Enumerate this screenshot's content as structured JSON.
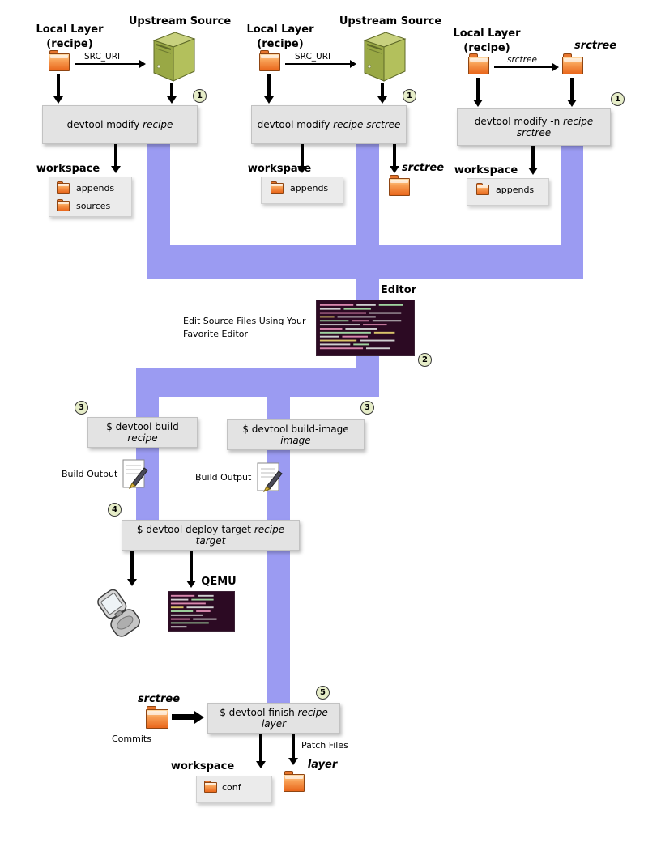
{
  "colors": {
    "flow_purple": "#9b9bf2",
    "box_bg": "#e3e3e3",
    "box_border": "#c2c2c2",
    "badge_bg": "#e6edc8",
    "folder_orange": "#e9671c",
    "server_green": "#99a845",
    "terminal_bg": "#2c0a23"
  },
  "icons": {
    "folder": "orange-folder-shape",
    "server": "green-server-tower",
    "terminal": "dark-terminal-screen",
    "document": "page-with-pen",
    "phone": "flip-phone"
  },
  "flow1": {
    "local_layer_title": "Local Layer",
    "local_layer_sub": "(recipe)",
    "upstream_title": "Upstream Source",
    "src_uri_label": "SRC_URI",
    "badge": "1",
    "cmd_prefix": "devtool modify ",
    "cmd_var": "recipe",
    "workspace_label": "workspace",
    "folder1": "appends",
    "folder2": "sources"
  },
  "flow2": {
    "local_layer_title": "Local Layer",
    "local_layer_sub": "(recipe)",
    "upstream_title": "Upstream Source",
    "src_uri_label": "SRC_URI",
    "badge": "1",
    "cmd_prefix": "devtool modify ",
    "cmd_var": "recipe srctree",
    "workspace_label": "workspace",
    "folder1": "appends",
    "srctree_label": "srctree"
  },
  "flow3": {
    "local_layer_title": "Local Layer",
    "local_layer_sub": "(recipe)",
    "srctree_arrow_label": "srctree",
    "srctree_title": "srctree",
    "badge": "1",
    "cmd_prefix": "devtool modify -n ",
    "cmd_var": "recipe srctree",
    "workspace_label": "workspace",
    "folder1": "appends"
  },
  "editor": {
    "title": "Editor",
    "note_line1": "Edit Source Files Using Your",
    "note_line2": "Favorite Editor",
    "badge": "2"
  },
  "build": {
    "badge_recipe": "3",
    "badge_image": "3",
    "recipe_prefix": "$ devtool build ",
    "recipe_var": "recipe",
    "image_prefix": "$ devtool build-image ",
    "image_var": "image",
    "output_left": "Build Output",
    "output_right": "Build Output"
  },
  "deploy": {
    "badge": "4",
    "cmd_prefix": "$ devtool deploy-target ",
    "cmd_var": "recipe target",
    "qemu_label": "QEMU"
  },
  "finish": {
    "badge": "5",
    "cmd_prefix": "$ devtool finish ",
    "cmd_var": "recipe layer",
    "srctree_label": "srctree",
    "commits_label": "Commits",
    "patch_files_label": "Patch Files",
    "workspace_label": "workspace",
    "conf_label": "conf",
    "layer_label": "layer"
  }
}
